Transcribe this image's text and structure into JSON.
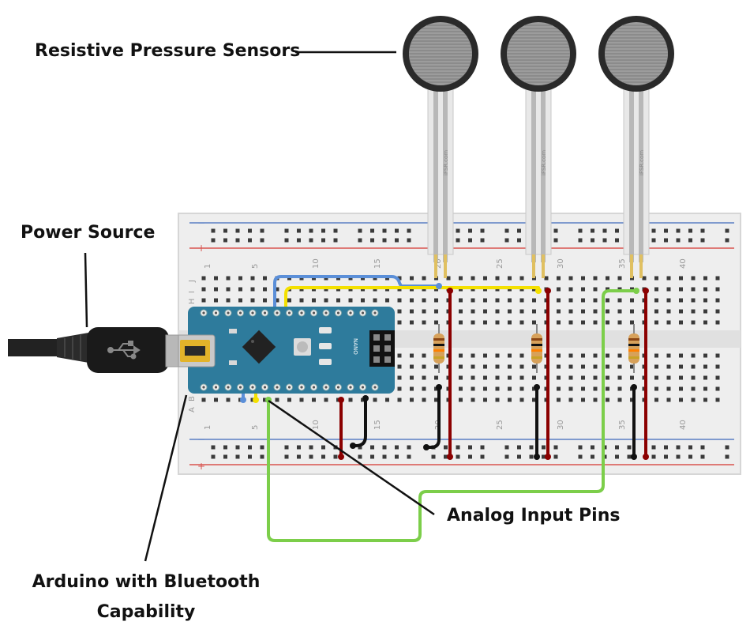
{
  "labels": {
    "sensors": "Resistive Pressure Sensors",
    "power": "Power Source",
    "analog": "Analog Input Pins",
    "arduino": "Arduino with Bluetooth Capability"
  },
  "breadboard": {
    "top_col_numbers": [
      "1",
      "5",
      "10",
      "15",
      "20",
      "25",
      "30",
      "35",
      "40"
    ],
    "bottom_col_numbers": [
      "1",
      "5",
      "10",
      "15",
      "20",
      "25",
      "30",
      "35",
      "40"
    ],
    "row_letters_top": [
      "J",
      "I",
      "H"
    ],
    "row_letters_bottom": [
      "B",
      "A"
    ],
    "rail_minus": "−",
    "rail_plus": "+"
  },
  "sensor_brand": "iFSR.com",
  "arduino_board_text": "NANO",
  "colors": {
    "breadboard": "#f2f2f2",
    "rail_red": "#d9534f",
    "rail_blue": "#5a7fc4",
    "arduino": "#2e7b9c",
    "wire_blue": "#5b8fd8",
    "wire_yellow": "#f4e000",
    "wire_green": "#7cce4a",
    "wire_red": "#8b0000",
    "wire_black": "#111111",
    "sensor_ring": "#2a2a2a"
  }
}
